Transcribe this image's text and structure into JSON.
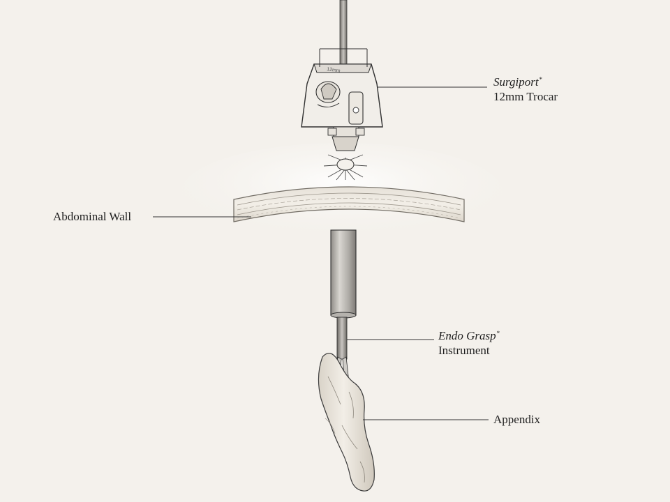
{
  "labels": {
    "trocar": {
      "name": "Surgiport",
      "mark": "*",
      "sub": "12mm Trocar"
    },
    "wall": {
      "text": "Abdominal Wall"
    },
    "grasp": {
      "name": "Endo Grasp",
      "mark": "*",
      "sub": "Instrument"
    },
    "appendix": {
      "text": "Appendix"
    },
    "port_marking": "12mm"
  },
  "colors": {
    "background": "#f4f1ec",
    "ink": "#2a2a2a",
    "shaft": "#bdbab5",
    "tissue": "#e9e4dc",
    "leader": "#333333"
  }
}
